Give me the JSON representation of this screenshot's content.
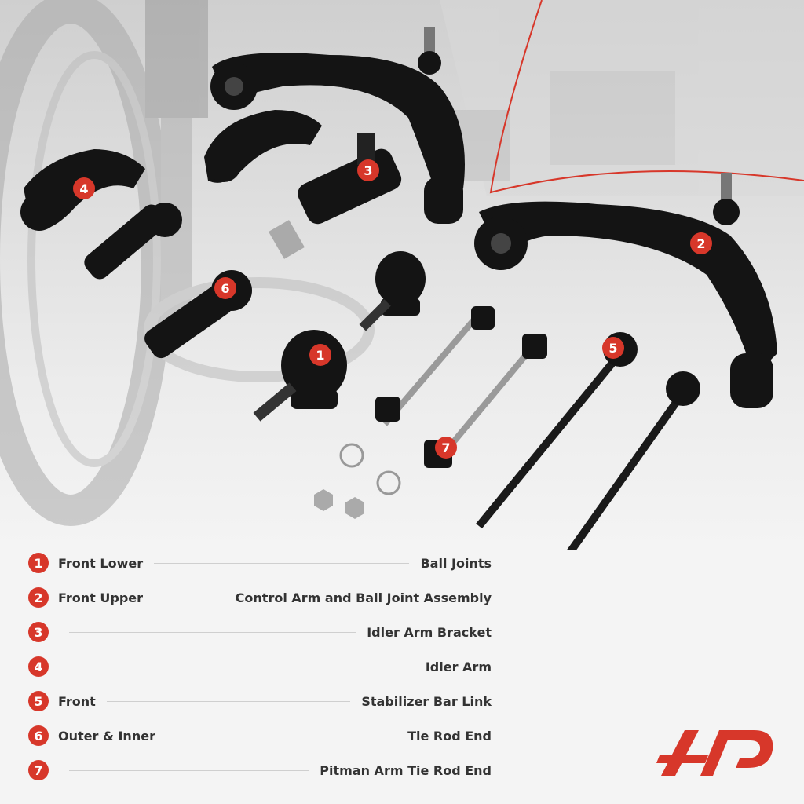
{
  "colors": {
    "accent": "#d7372a",
    "text": "#333333",
    "line": "#cfcfcf"
  },
  "callouts": [
    {
      "label": "1"
    },
    {
      "label": "2"
    },
    {
      "label": "3"
    },
    {
      "label": "4"
    },
    {
      "label": "5"
    },
    {
      "label": "6"
    },
    {
      "label": "7"
    }
  ],
  "legend": [
    {
      "num": "1",
      "left": "Front Lower",
      "right": "Ball Joints"
    },
    {
      "num": "2",
      "left": "Front Upper",
      "right": "Control Arm and Ball Joint Assembly"
    },
    {
      "num": "3",
      "left": "",
      "right": "Idler Arm Bracket"
    },
    {
      "num": "4",
      "left": "",
      "right": "Idler Arm"
    },
    {
      "num": "5",
      "left": "Front",
      "right": "Stabilizer Bar Link"
    },
    {
      "num": "6",
      "left": "Outer & Inner",
      "right": "Tie Rod End"
    },
    {
      "num": "7",
      "left": "",
      "right": "Pitman Arm Tie Rod End"
    }
  ],
  "brand": {
    "logo_icon": "a-premium-logo"
  }
}
